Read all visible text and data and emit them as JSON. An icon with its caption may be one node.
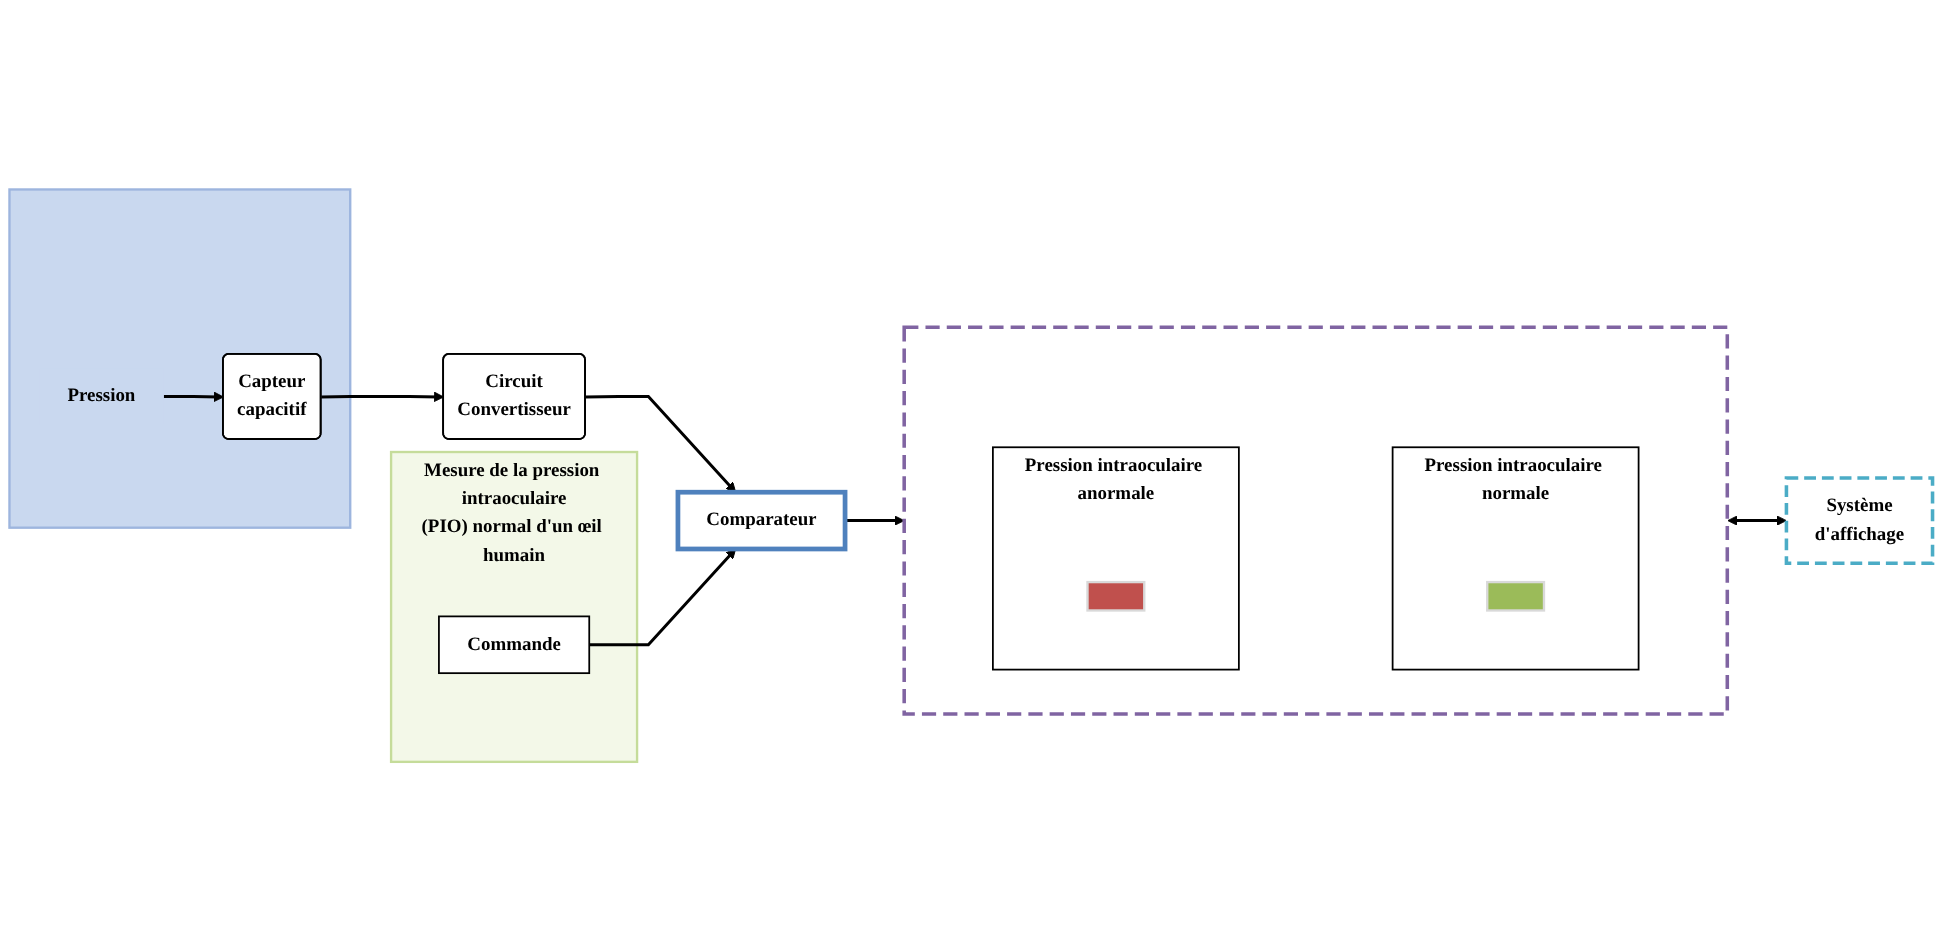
{
  "diagram": {
    "nodes": [
      {
        "text": [],
        "shape": "box"
      },
      {
        "text": [
          "Pression"
        ],
        "in": 0
      },
      {
        "text": [
          "Capteur capacitif"
        ],
        "in": 0
      },
      {
        "text": [
          "Circuit Convertisseur"
        ]
      },
      {
        "text": [
          "Comparateur"
        ]
      },
      {
        "text": [
          "Mesure de la pression intraoculaire (PIO) normal d'un œil humain"
        ]
      },
      {
        "text": [
          "Commande"
        ],
        "in": 5
      },
      {
        "text": [],
        "shape": "box"
      },
      {
        "text": [
          "Pression intraoculaire normale"
        ],
        "in": 7
      },
      {
        "text": [],
        "shape": "box",
        "in": 8
      },
      {
        "text": [
          "Pression intraoculaire anormale"
        ],
        "in": 7
      },
      {
        "text": [],
        "shape": "box",
        "in": 10
      },
      {
        "text": [
          "Système d'affichage"
        ]
      }
    ],
    "edges": [
      {
        "from": 1,
        "to": 2,
        "arrow": "to"
      },
      {
        "from": 2,
        "to": 3,
        "arrow": "to"
      },
      {
        "from": 3,
        "to": 4,
        "arrow": "to"
      },
      {
        "from": 4,
        "to": 7,
        "arrow": "to"
      },
      {
        "from": 6,
        "to": 4,
        "arrow": "to"
      },
      {
        "from": 7,
        "to": 12,
        "arrow": "both"
      }
    ]
  }
}
